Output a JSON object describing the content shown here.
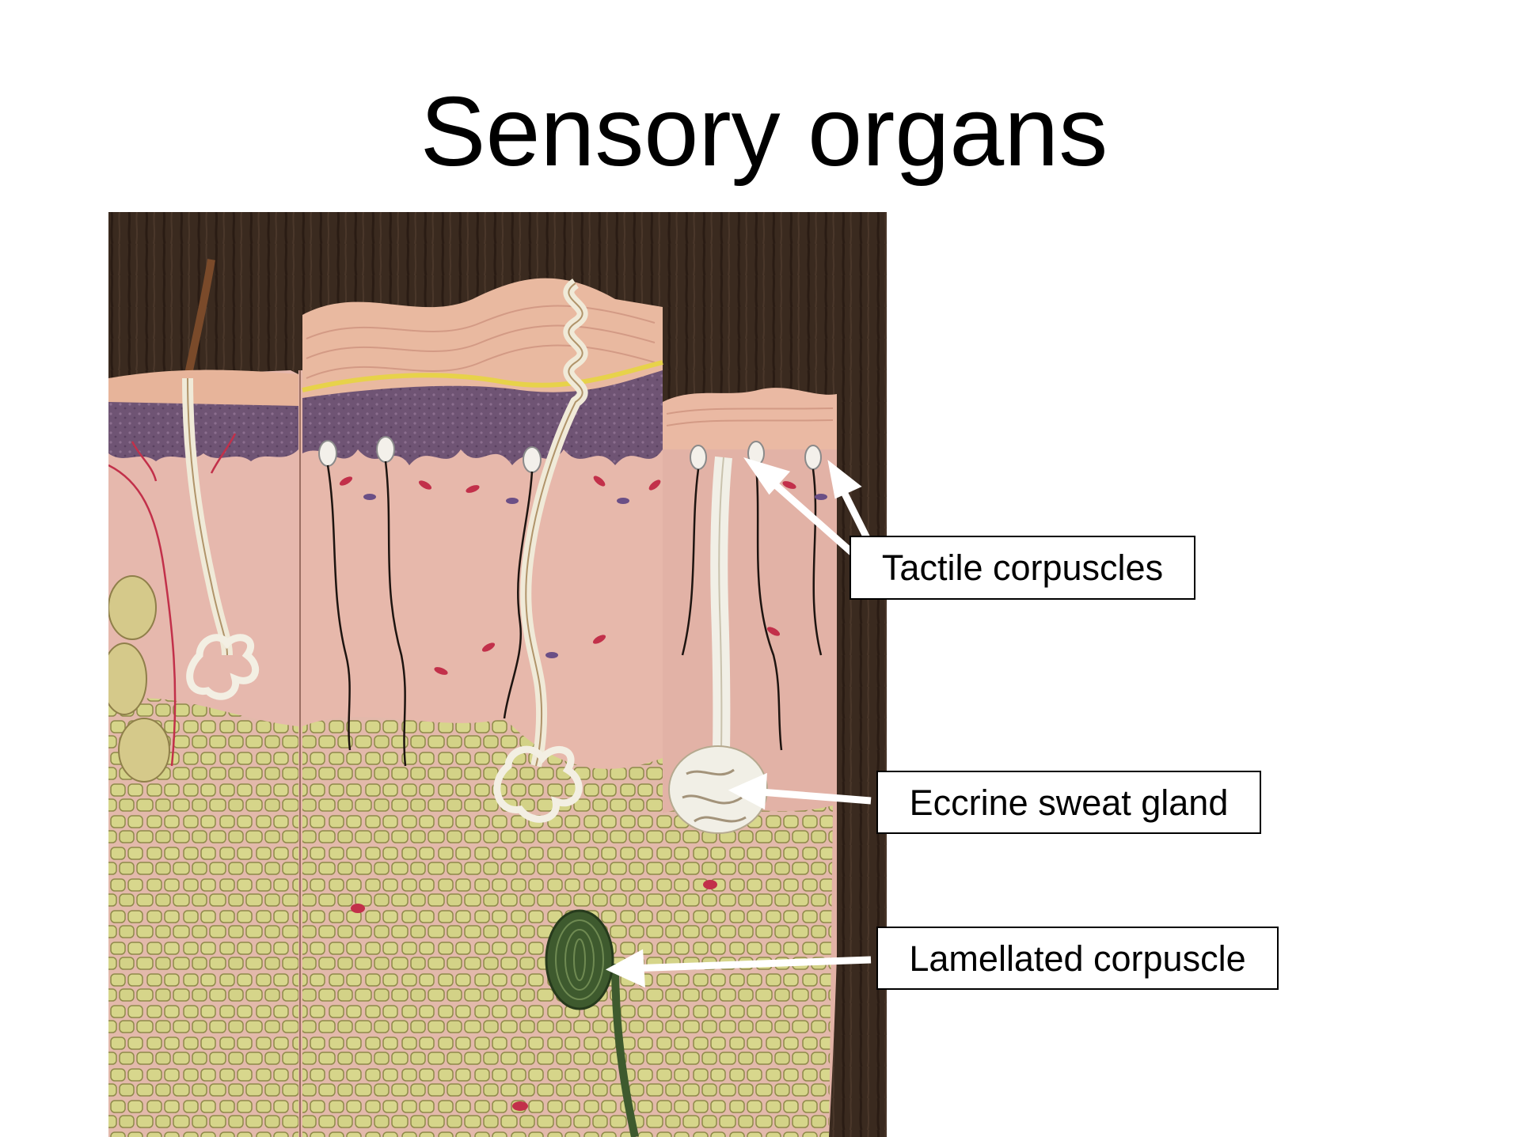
{
  "slide": {
    "title": "Sensory organs"
  },
  "figure": {
    "image": "skin-cross-section-model",
    "labels": {
      "tactile": "Tactile corpuscles",
      "eccrine": "Eccrine sweat gland",
      "lamellated": "Lamellated corpuscle"
    }
  },
  "colors": {
    "background": "#ffffff",
    "text": "#000000",
    "wood": "#3a2a1f",
    "dermis": "#e6b8ad",
    "epidermis": "#e7b49a",
    "basal_layer": "#6f5474",
    "fat_cells": "#d6d58a",
    "corpuscle": "#3e5a2e",
    "gland": "#f1efe6",
    "arrow": "#ffffff"
  }
}
